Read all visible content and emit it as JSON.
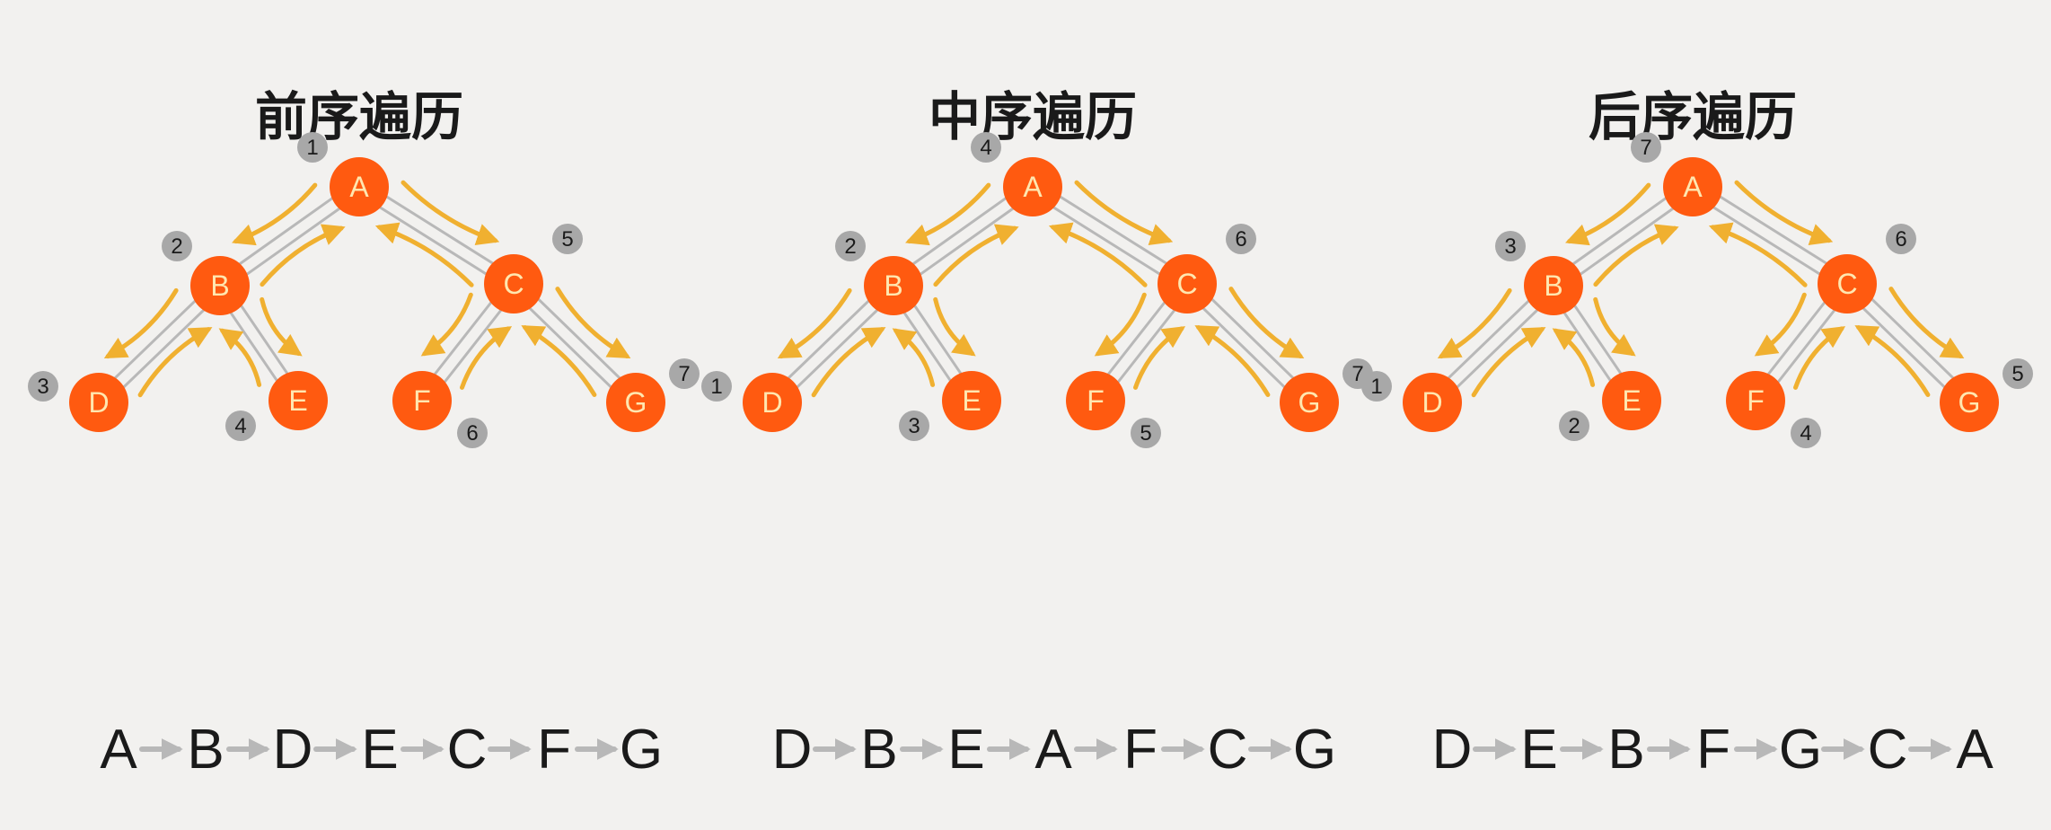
{
  "diagrams": [
    {
      "title": "前序遍历",
      "sequence": [
        "A",
        "B",
        "D",
        "E",
        "C",
        "F",
        "G"
      ],
      "order": {
        "A": "1",
        "B": "2",
        "D": "3",
        "E": "4",
        "C": "5",
        "F": "6",
        "G": "7"
      }
    },
    {
      "title": "中序遍历",
      "sequence": [
        "D",
        "B",
        "E",
        "A",
        "F",
        "C",
        "G"
      ],
      "order": {
        "D": "1",
        "B": "2",
        "E": "3",
        "A": "4",
        "F": "5",
        "C": "6",
        "G": "7"
      }
    },
    {
      "title": "后序遍历",
      "sequence": [
        "D",
        "E",
        "B",
        "F",
        "G",
        "C",
        "A"
      ],
      "order": {
        "D": "1",
        "E": "2",
        "B": "3",
        "F": "4",
        "G": "5",
        "C": "6",
        "A": "7"
      }
    }
  ],
  "colors": {
    "background": "#f2f1ef",
    "node": "#ff5a10",
    "node_text": "#ffe7b0",
    "traversal_arrow": "#f0b030",
    "tree_edge": "#b8b8b8",
    "badge": "#a8a8a8",
    "text": "#1a1a1a",
    "sequence_arrow": "#b8b8b8"
  }
}
